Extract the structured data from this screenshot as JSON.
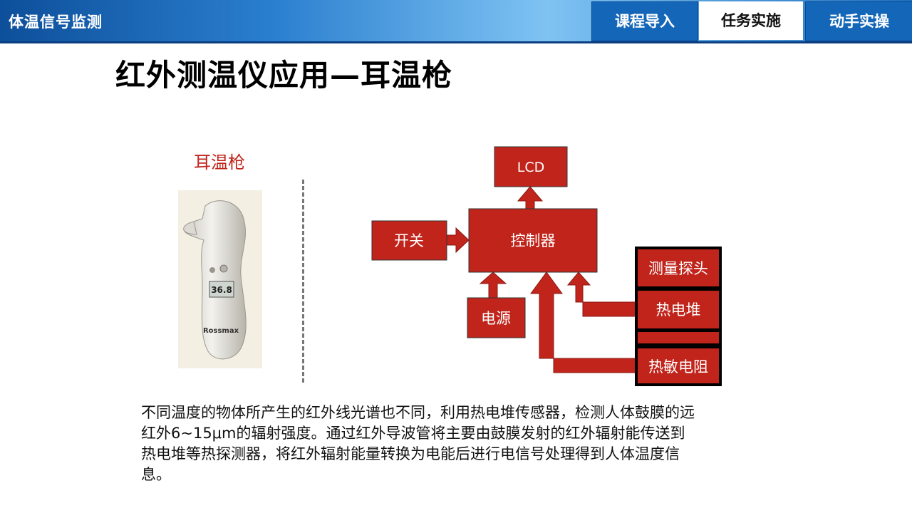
{
  "header": {
    "app_title": "体温信号监测",
    "tabs": [
      {
        "label": "课程导入",
        "active": false
      },
      {
        "label": "任务实施",
        "active": true
      },
      {
        "label": "动手实操",
        "active": false
      }
    ]
  },
  "slide": {
    "title": "红外测温仪应用—耳温枪",
    "image_caption": "耳温枪",
    "device": {
      "display": "36.8",
      "brand": "Rossmax"
    },
    "description": "不同温度的物体所产生的红外线光谱也不同，利用热电堆传感器，检测人体鼓膜的远红外6~15μm的辐射强度。通过红外导波管将主要由鼓膜发射的红外辐射能传送到热电堆等热探测器，将红外辐射能量转换为电能后进行电信号处理得到人体温度信息。"
  },
  "diagram": {
    "boxes": {
      "lcd": "LCD",
      "controller": "控制器",
      "switch": "开关",
      "power": "电源",
      "probe": "测量探头",
      "thermopile": "热电堆",
      "thermistor": "热敏电阻"
    }
  },
  "colors": {
    "accent_red": "#c0241b",
    "header_blue": "#1466b8",
    "box_fill": "#c0241b"
  }
}
